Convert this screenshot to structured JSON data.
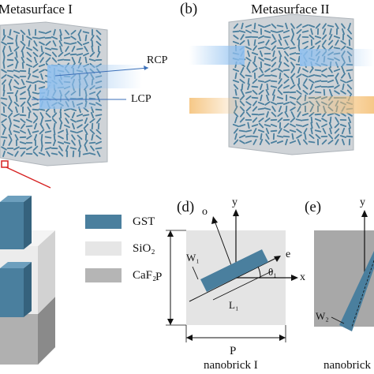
{
  "panel_a": {
    "title": "Metasurface I",
    "beam_labels": [
      "RCP",
      "LCP"
    ]
  },
  "panel_b": {
    "letter": "(b)",
    "title": "Metasurface II"
  },
  "legend": {
    "items": [
      {
        "label": "GST",
        "color": "#4a7f9e"
      },
      {
        "label": "SiO₂",
        "color": "#e6e6e6"
      },
      {
        "label": "CaF₂",
        "color": "#b5b5b5"
      }
    ]
  },
  "panel_d": {
    "letter": "(d)",
    "axis_labels": {
      "x": "x",
      "y": "y",
      "o": "o",
      "e": "e"
    },
    "dims": {
      "width": "W₁",
      "length": "L₁",
      "angle": "θ₁",
      "period_v": "P",
      "period_h": "P"
    },
    "caption": "nanobrick I"
  },
  "panel_e": {
    "letter": "(e)",
    "axis_labels": {
      "y": "y"
    },
    "dims": {
      "width": "W₂"
    },
    "caption": "nanobrick"
  },
  "colors": {
    "gst": "#4a7f9e",
    "beam_blue": "#7fb2e8",
    "beam_orange": "#f5c27a",
    "zoom_line": "#d62020",
    "metasurface": "#cfd3d7"
  }
}
